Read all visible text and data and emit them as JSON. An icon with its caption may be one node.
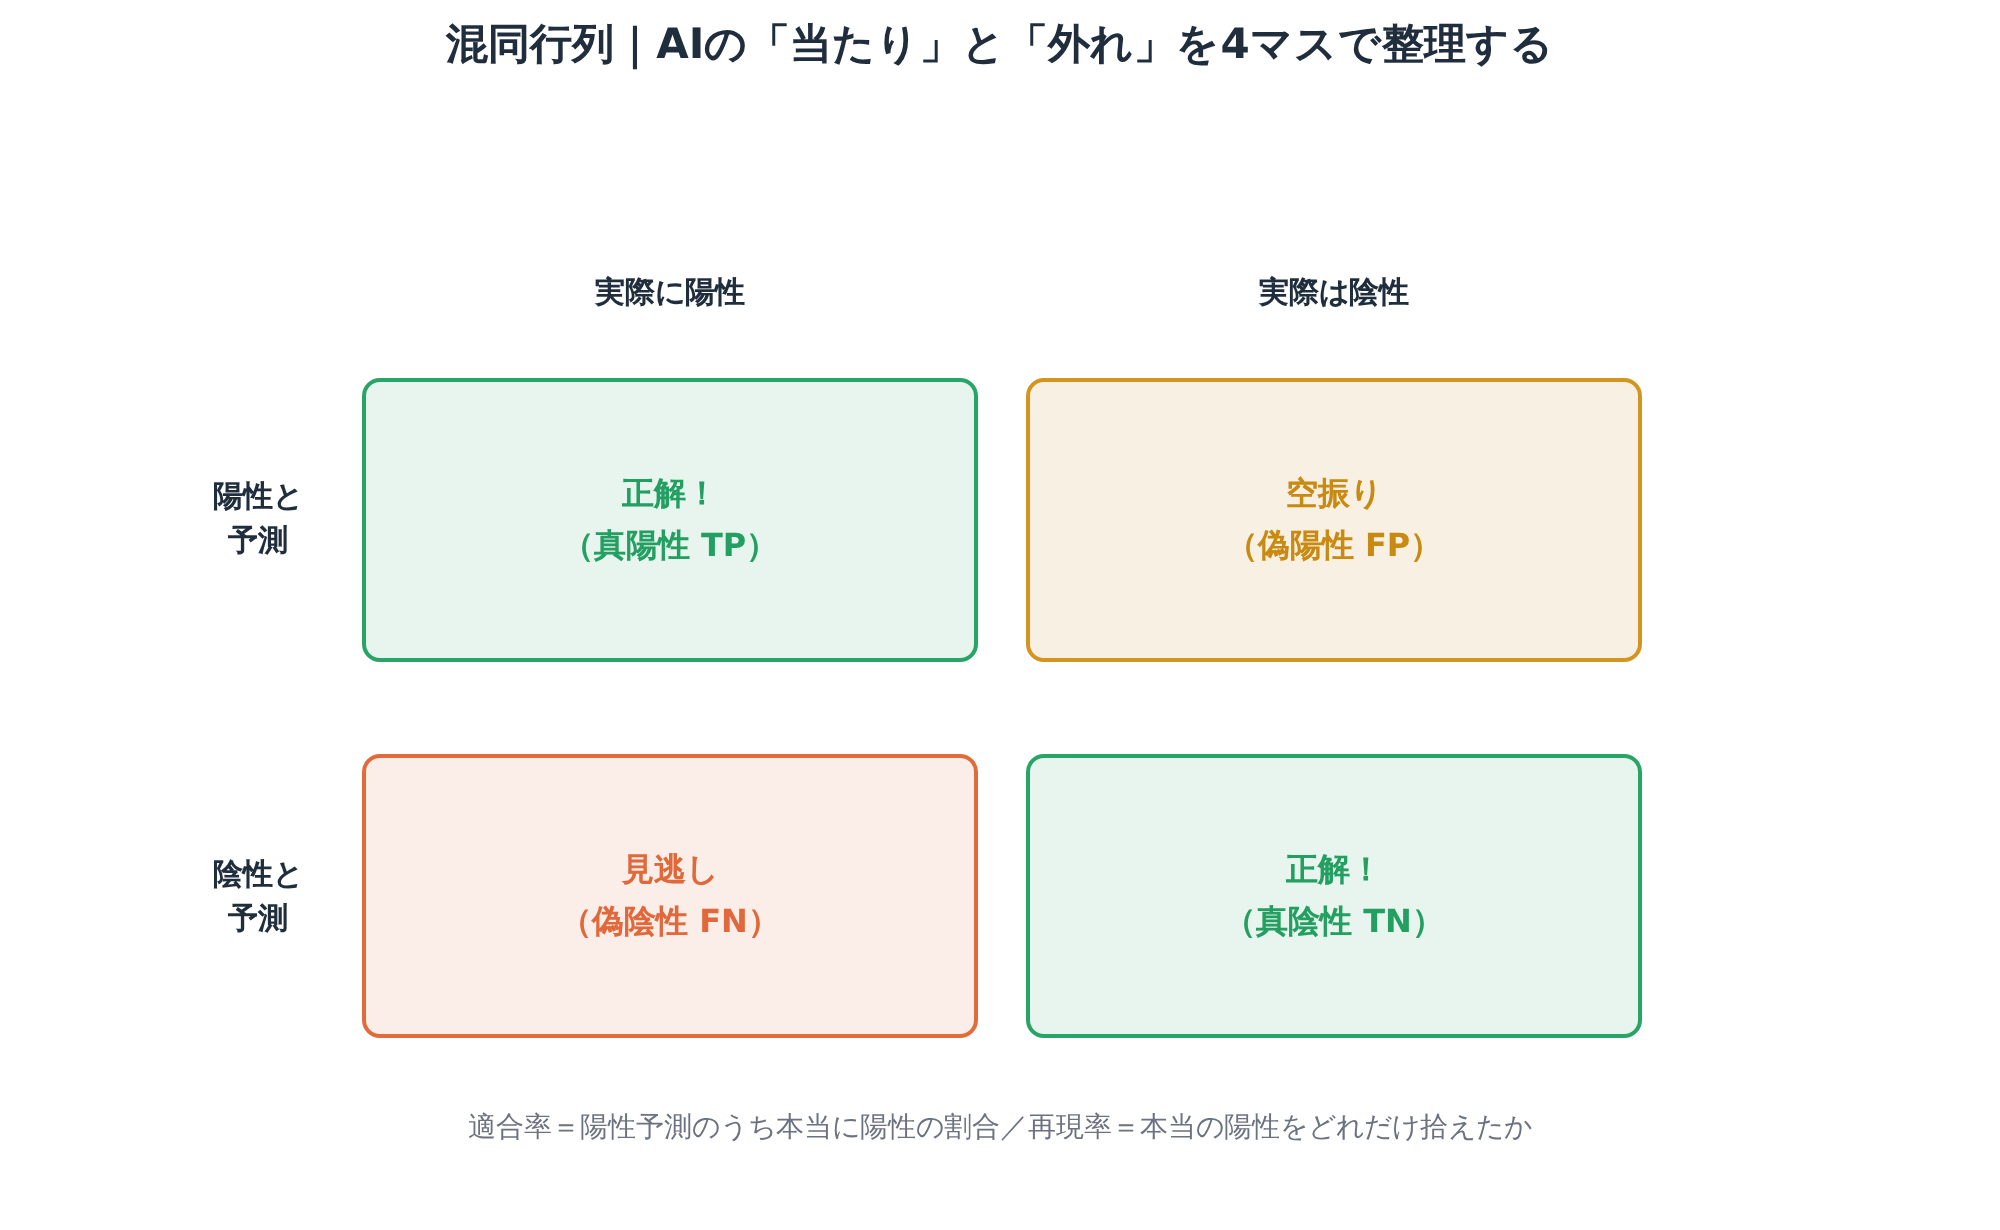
{
  "diagram": {
    "title": "混同行列｜AIの「当たり」と「外れ」を4マスで整理する",
    "caption": "適合率＝陽性予測のうち本当に陽性の割合／再現率＝本当の陽性をどれだけ拾えたか",
    "nodes": [
      {
        "text": [
          "正解！",
          "（真陽性 TP）"
        ]
      },
      {
        "text": [
          "空振り",
          "（偽陽性 FP）"
        ]
      },
      {
        "text": [
          "見逃し",
          "（偽陰性 FN）"
        ]
      },
      {
        "text": [
          "正解！",
          "（真陰性 TN）"
        ]
      }
    ],
    "labels": [
      "実際に陽性",
      "実際は陰性",
      "陽性と予測",
      "陰性と予測"
    ]
  }
}
